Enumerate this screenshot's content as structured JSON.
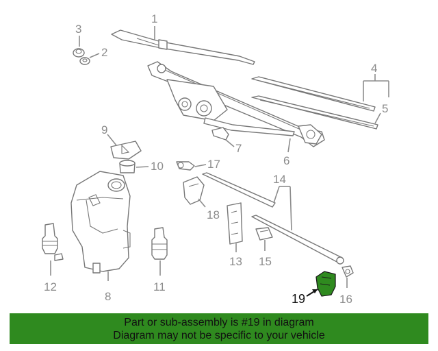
{
  "callouts": {
    "c1": "1",
    "c2": "2",
    "c3": "3",
    "c4": "4",
    "c5": "5",
    "c6": "6",
    "c7": "7",
    "c8": "8",
    "c9": "9",
    "c10": "10",
    "c11": "11",
    "c12": "12",
    "c13": "13",
    "c14": "14",
    "c15": "15",
    "c16": "16",
    "c17": "17",
    "c18": "18",
    "c19": "19"
  },
  "highlight_part": "19",
  "colors": {
    "banner": "#2f8a1f",
    "highlight": "#2f8a1f",
    "linework": "#777777",
    "callout_text": "#8c8c8c"
  },
  "banner": {
    "line1": "Part or sub-assembly is #19 in diagram",
    "line2": "Diagram may not be specific to your vehicle"
  }
}
